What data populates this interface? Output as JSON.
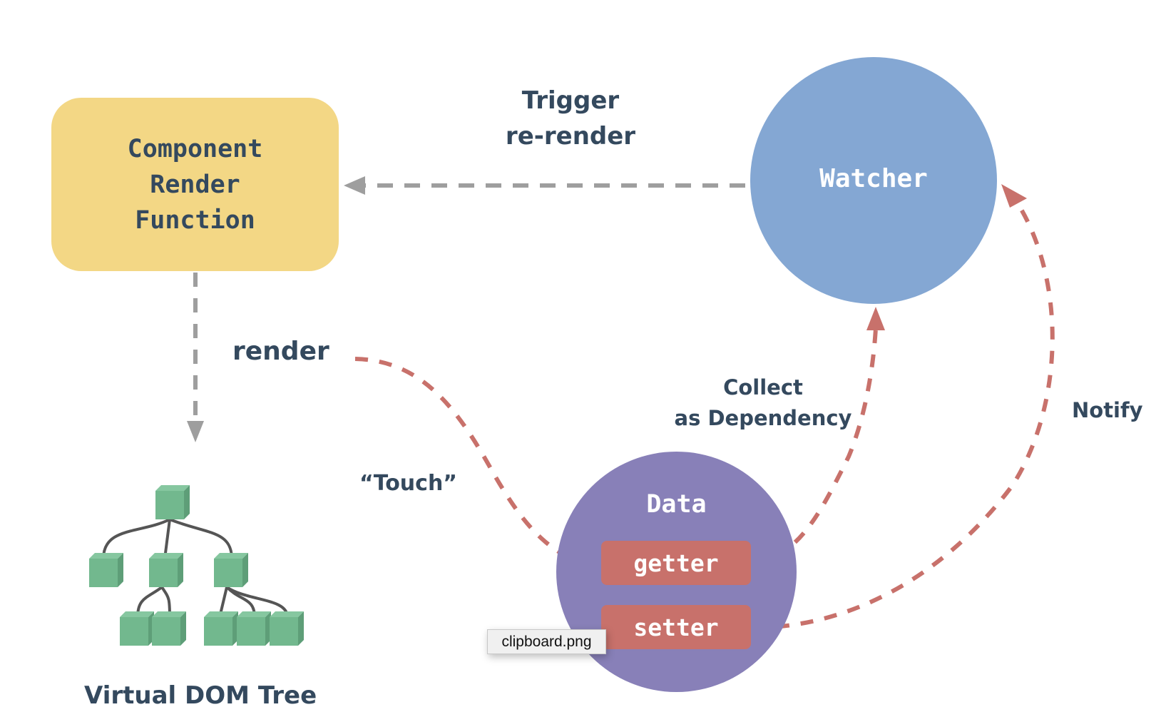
{
  "diagram": {
    "title": "Vue reactivity flow",
    "nodes": {
      "component": {
        "label": "Component\nRender\nFunction",
        "color": "#f3d785"
      },
      "watcher": {
        "label": "Watcher",
        "color": "#84a7d3"
      },
      "data": {
        "label": "Data",
        "color": "#8880b8"
      },
      "getter": {
        "label": "getter",
        "color": "#c8716b"
      },
      "setter": {
        "label": "setter",
        "color": "#c8716b"
      },
      "vdom": {
        "label": "Virtual DOM Tree",
        "color": "#72b88e"
      }
    },
    "edges": [
      {
        "from": "watcher",
        "to": "component",
        "label": "Trigger\nre-render",
        "style": "dashed",
        "color": "#9e9e9e"
      },
      {
        "from": "component",
        "to": "vdom",
        "label": "render",
        "style": "dashed",
        "color": "#9e9e9e"
      },
      {
        "from": "render",
        "to": "getter",
        "label": "“Touch”",
        "style": "dashed",
        "color": "#c8716b"
      },
      {
        "from": "getter",
        "to": "watcher",
        "label": "Collect\nas Dependency",
        "style": "dashed",
        "color": "#c8716b"
      },
      {
        "from": "setter",
        "to": "watcher",
        "label": "Notify",
        "style": "dashed",
        "color": "#c8716b"
      }
    ],
    "labels": {
      "trigger_line1": "Trigger",
      "trigger_line2": "re-render",
      "render": "render",
      "touch": "“Touch”",
      "collect_line1": "Collect",
      "collect_line2": "as Dependency",
      "notify": "Notify",
      "vdom": "Virtual DOM Tree"
    },
    "tree": {
      "levels": [
        1,
        3,
        5
      ],
      "children_of_level2": [
        0,
        2,
        3
      ]
    }
  },
  "tooltip": {
    "text": "clipboard.png"
  },
  "colors": {
    "text": "#34495e",
    "gray_arrow": "#9e9e9e",
    "red_arrow": "#c8716b",
    "tree_line": "#555555"
  }
}
